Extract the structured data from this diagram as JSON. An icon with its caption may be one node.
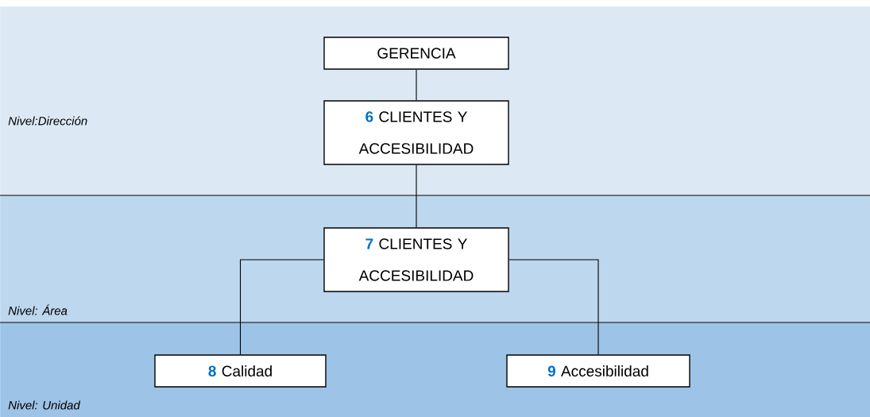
{
  "diagram": {
    "nodes": [
      {
        "text": [
          "Nivel:Dirección"
        ]
      },
      {
        "text": [
          "GERENCIA"
        ],
        "in": 0
      },
      {
        "text": [
          "6",
          "CLIENTES Y ACCESIBILIDAD"
        ],
        "in": 0
      },
      {
        "text": [
          "Nivel: Área"
        ]
      },
      {
        "text": [
          "7",
          "CLIENTES Y ACCESIBILIDAD"
        ],
        "in": 3
      },
      {
        "text": [
          "Nivel: Unidad"
        ]
      },
      {
        "text": [
          "8",
          "Calidad"
        ],
        "in": 5
      },
      {
        "text": [
          "9",
          "Accesibilidad"
        ],
        "in": 5
      }
    ],
    "edges": [
      {
        "from": 1,
        "to": 2,
        "arrow": "none"
      },
      {
        "from": 2,
        "to": 4,
        "arrow": "none"
      },
      {
        "from": 4,
        "to": 6,
        "arrow": "none"
      },
      {
        "from": 4,
        "to": 7,
        "arrow": "none"
      }
    ]
  }
}
